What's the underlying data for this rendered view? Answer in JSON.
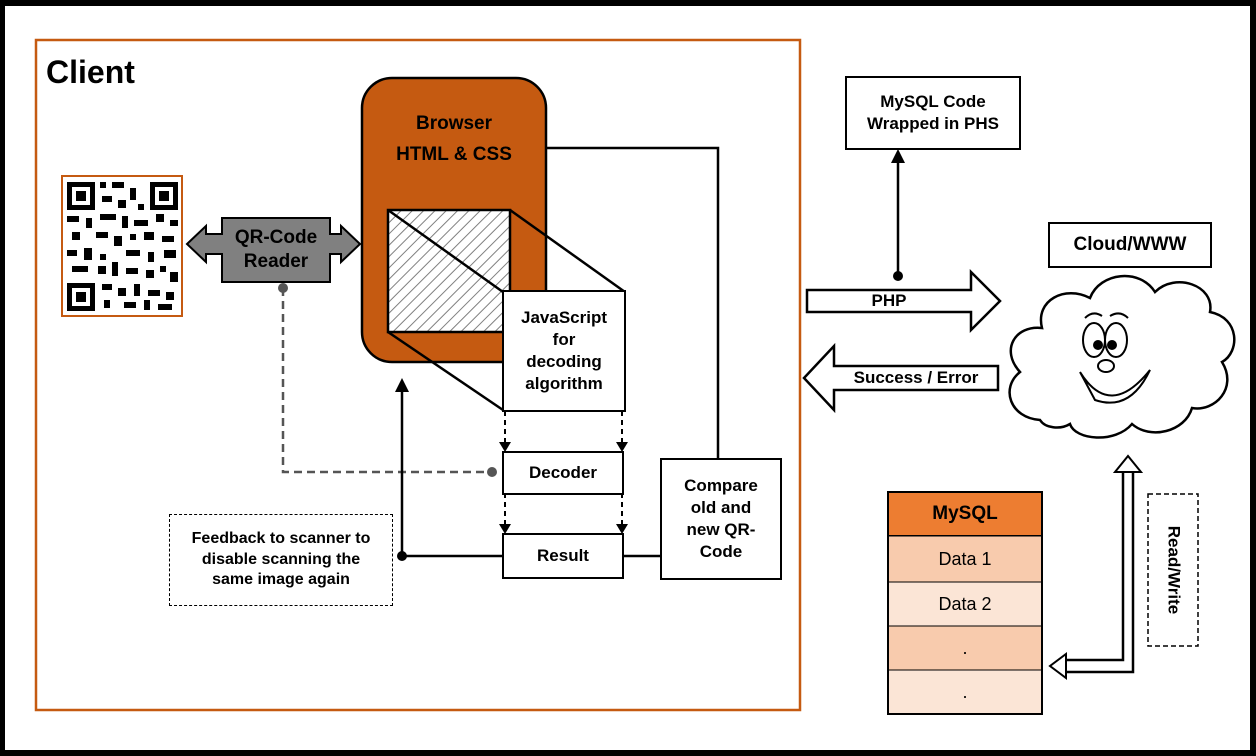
{
  "client": {
    "title": "Client"
  },
  "browser": {
    "line1": "Browser",
    "line2": "HTML & CSS"
  },
  "qr_reader": {
    "label": "QR-Code\nReader"
  },
  "javascript": {
    "label": "JavaScript\nfor\ndecoding\nalgorithm"
  },
  "decoder": {
    "label": "Decoder"
  },
  "result": {
    "label": "Result"
  },
  "compare": {
    "label": "Compare\nold and\nnew QR-\nCode"
  },
  "feedback": {
    "label": "Feedback to scanner to\ndisable scanning the\nsame image again"
  },
  "mysql_code": {
    "label": "MySQL Code\nWrapped in PHS"
  },
  "cloud": {
    "label": "Cloud/WWW"
  },
  "php_arrow": {
    "label": "PHP"
  },
  "response_arrow": {
    "label": "Success / Error"
  },
  "db_table": {
    "header": "MySQL",
    "rows": [
      "Data 1",
      "Data 2",
      ".",
      "."
    ]
  },
  "read_write": {
    "label": "Read/Write"
  },
  "colors": {
    "client_border": "#c55a11",
    "browser_fill": "#c55a11",
    "qr_reader_fill": "#808080",
    "mysql_header": "#ed7d31",
    "row_dark": "#f8cbad",
    "row_light": "#fbe5d6"
  }
}
